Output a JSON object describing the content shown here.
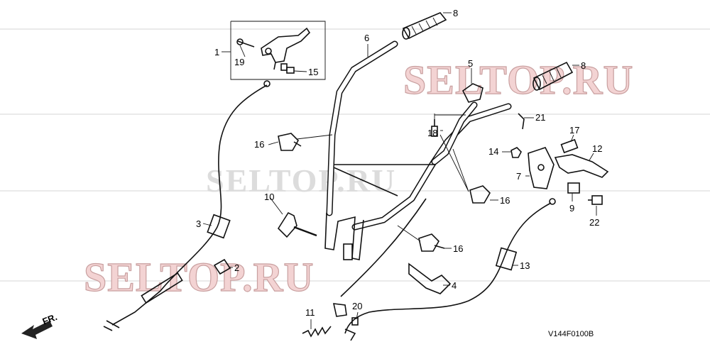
{
  "watermarks": [
    "SELTOP.RU",
    "SELTOP.RU",
    "SELTOP.RU"
  ],
  "diagram_code": "V144F0100B",
  "direction_label": "FR.",
  "callouts": [
    {
      "id": "c1",
      "text": "1"
    },
    {
      "id": "c2",
      "text": "2"
    },
    {
      "id": "c3",
      "text": "3"
    },
    {
      "id": "c4",
      "text": "4"
    },
    {
      "id": "c5",
      "text": "5"
    },
    {
      "id": "c6",
      "text": "6"
    },
    {
      "id": "c7",
      "text": "7"
    },
    {
      "id": "c8a",
      "text": "8"
    },
    {
      "id": "c8b",
      "text": "8"
    },
    {
      "id": "c9",
      "text": "9"
    },
    {
      "id": "c10",
      "text": "10"
    },
    {
      "id": "c11",
      "text": "11"
    },
    {
      "id": "c12",
      "text": "12"
    },
    {
      "id": "c13",
      "text": "13"
    },
    {
      "id": "c14",
      "text": "14"
    },
    {
      "id": "c15",
      "text": "15"
    },
    {
      "id": "c16a",
      "text": "16"
    },
    {
      "id": "c16b",
      "text": "16"
    },
    {
      "id": "c16c",
      "text": "16"
    },
    {
      "id": "c17",
      "text": "17"
    },
    {
      "id": "c18",
      "text": "18"
    },
    {
      "id": "c19",
      "text": "19"
    },
    {
      "id": "c20",
      "text": "20"
    },
    {
      "id": "c21",
      "text": "21"
    },
    {
      "id": "c22",
      "text": "22"
    }
  ]
}
